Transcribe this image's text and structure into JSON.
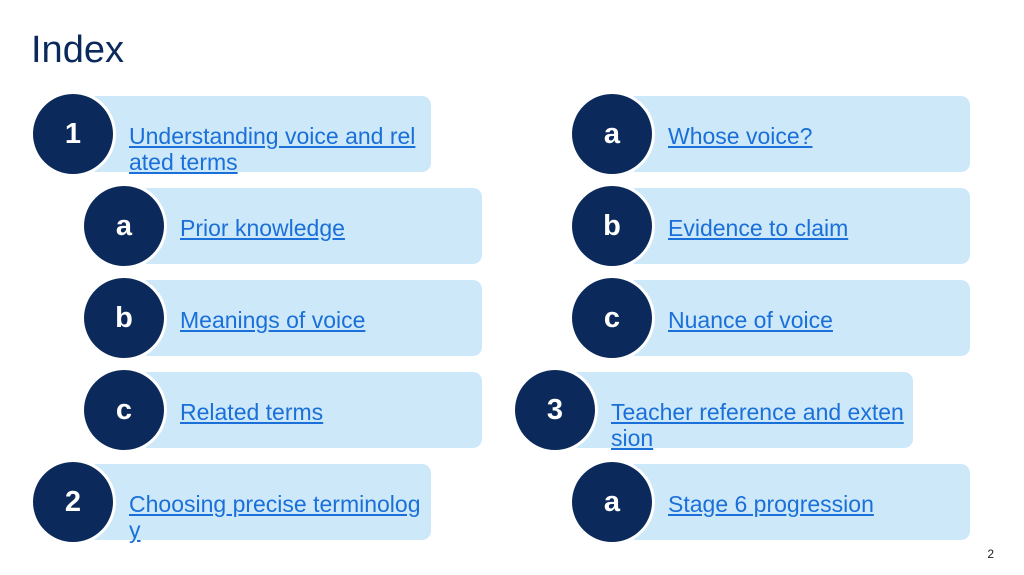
{
  "title": "Index",
  "page_number": "2",
  "left": [
    {
      "badge": "1",
      "label": "Understanding voice and related terms"
    },
    {
      "badge": "a",
      "label": "Prior knowledge"
    },
    {
      "badge": "b",
      "label": "Meanings of voice"
    },
    {
      "badge": "c",
      "label": "Related terms"
    },
    {
      "badge": "2",
      "label": "Choosing precise terminology"
    }
  ],
  "right": [
    {
      "badge": "a",
      "label": "Whose voice?"
    },
    {
      "badge": "b",
      "label": "Evidence to claim"
    },
    {
      "badge": "c",
      "label": "Nuance of voice"
    },
    {
      "badge": "3",
      "label": "Teacher reference and extension"
    },
    {
      "badge": "a",
      "label": "Stage 6 progression"
    }
  ]
}
